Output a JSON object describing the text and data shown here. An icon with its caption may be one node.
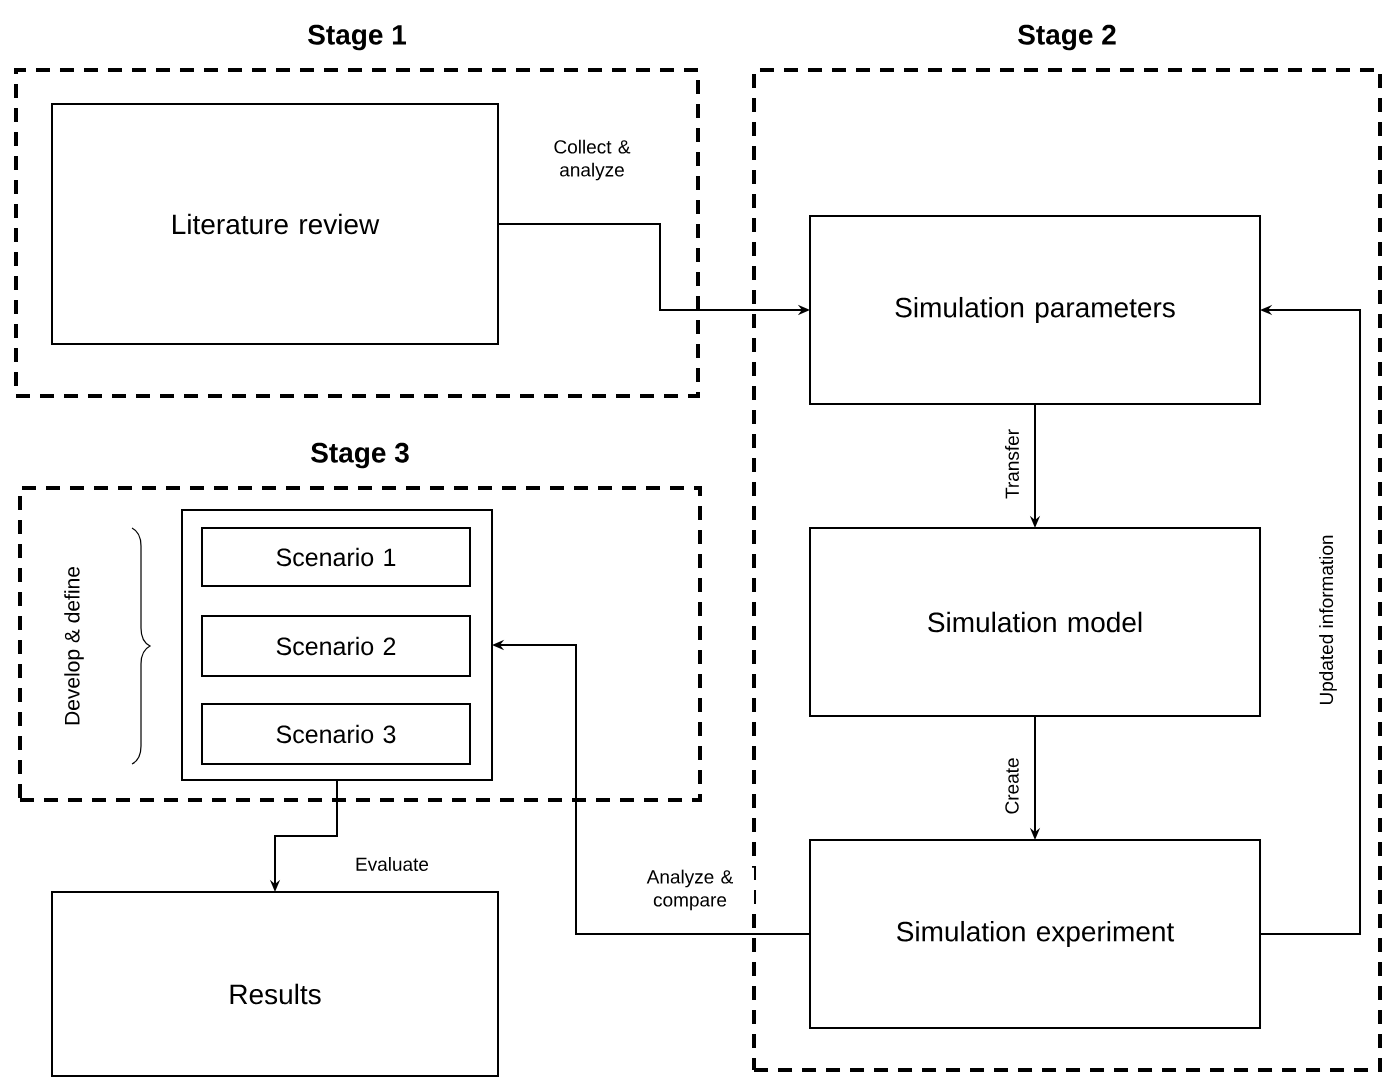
{
  "diagram": {
    "nodes": [
      {
        "text": [
          "Stage 1"
        ]
      },
      {
        "text": [
          "Literature review"
        ],
        "in": 0
      },
      {
        "text": [
          "Stage 2"
        ]
      },
      {
        "text": [
          "Simulation parameters"
        ],
        "in": 2
      },
      {
        "text": [
          "Simulation model"
        ],
        "in": 2
      },
      {
        "text": [
          "Simulation experiment"
        ],
        "in": 2
      },
      {
        "text": [
          "Stage 3"
        ]
      },
      {
        "text": [],
        "shape": "box",
        "in": 6
      },
      {
        "text": [
          "Scenario 1"
        ],
        "in": 7
      },
      {
        "text": [
          "Scenario 2"
        ],
        "in": 7
      },
      {
        "text": [
          "Scenario 3"
        ],
        "in": 7
      },
      {
        "text": [
          "Results"
        ]
      }
    ],
    "edges": [
      {
        "from": 1,
        "to": 3,
        "arrow": "to",
        "label": "Collect & analyze"
      },
      {
        "from": 3,
        "to": 4,
        "arrow": "to",
        "label": "Transfer"
      },
      {
        "from": 4,
        "to": 5,
        "arrow": "to",
        "label": "Create"
      },
      {
        "from": 5,
        "to": 3,
        "arrow": "to",
        "label": "Updated information"
      },
      {
        "from": 5,
        "to": 7,
        "arrow": "to",
        "label": "Analyze & compare"
      },
      {
        "from": 7,
        "to": 11,
        "arrow": "to",
        "label": "Evaluate"
      }
    ],
    "labels": [
      "Develop & define"
    ]
  }
}
